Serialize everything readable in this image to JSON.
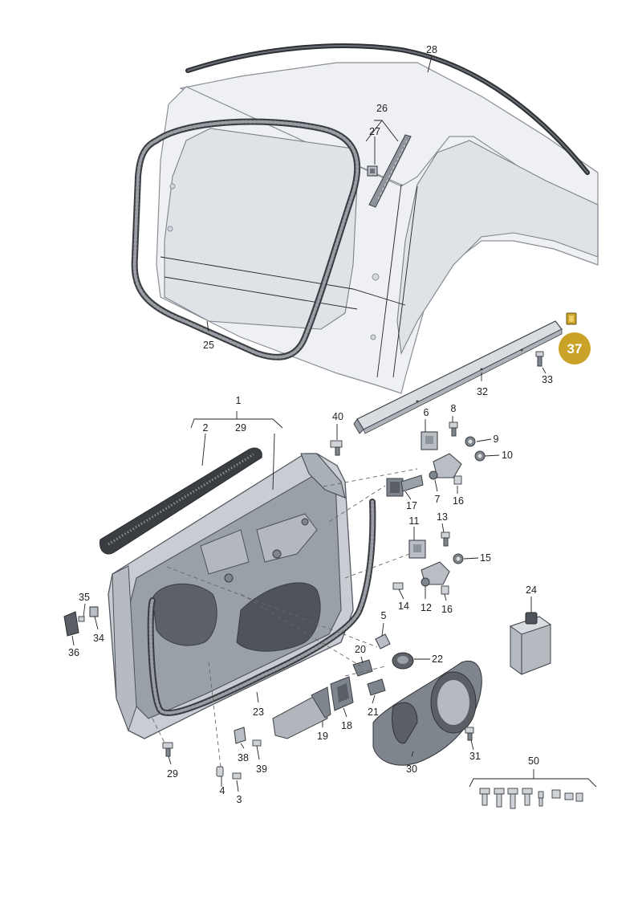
{
  "diagram": {
    "labels": {
      "l1": "1",
      "l2": "2",
      "l3": "3",
      "l4": "4",
      "l5": "5",
      "l6": "6",
      "l7": "7",
      "l8": "8",
      "l9": "9",
      "l10": "10",
      "l11": "11",
      "l12": "12",
      "l13": "13",
      "l14": "14",
      "l15": "15",
      "l16a": "16",
      "l16b": "16",
      "l17": "17",
      "l18": "18",
      "l19": "19",
      "l20": "20",
      "l21": "21",
      "l22": "22",
      "l23": "23",
      "l24": "24",
      "l25": "25",
      "l26": "26",
      "l27": "27",
      "l28": "28",
      "l29a": "29",
      "l29b": "29",
      "l30": "30",
      "l31": "31",
      "l32": "32",
      "l33": "33",
      "l34": "34",
      "l35": "35",
      "l36": "36",
      "l38": "38",
      "l39": "39",
      "l40": "40",
      "l50": "50"
    },
    "highlight": {
      "label": "37",
      "color": "#c9a227"
    }
  }
}
